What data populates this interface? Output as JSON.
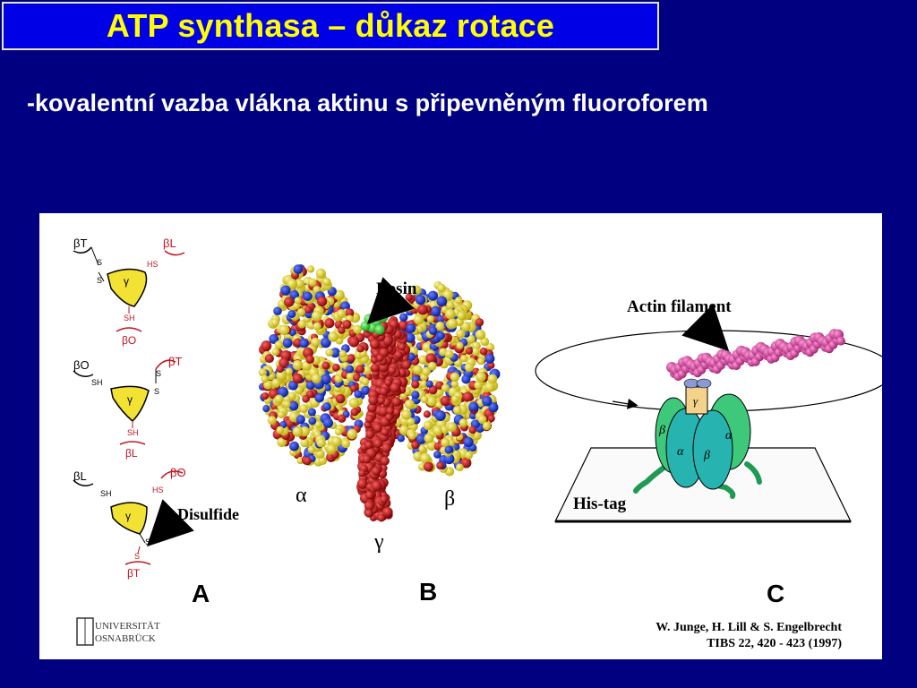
{
  "slide": {
    "title": "ATP synthasa – důkaz rotace",
    "subtitle": "-kovalentní vazba vlákna aktinu s připevněným fluoroforem"
  },
  "figure": {
    "panel_a": {
      "letter": "A",
      "gamma": "γ",
      "row1": {
        "left": "βT",
        "right": "βL",
        "right_group": "HS",
        "s_top": "S",
        "s_bottom": "S",
        "bottom_group": "SH",
        "bottom": "βO"
      },
      "row2": {
        "left": "βO",
        "left_group": "SH",
        "right": "βT",
        "s_top": "S",
        "s_bottom": "S",
        "bottom_group": "SH",
        "bottom": "βL"
      },
      "row3": {
        "left": "βL",
        "left_group": "SH",
        "right": "βO",
        "right_group": "HS",
        "s_top": "S",
        "s_bottom": "S",
        "bottom": "βT"
      },
      "disulfide_label": "Disulfide"
    },
    "panel_b": {
      "letter": "B",
      "eosin_label": "Eosin",
      "alpha": "α",
      "beta": "β",
      "gamma": "γ"
    },
    "panel_c": {
      "letter": "C",
      "actin_label": "Actin filament",
      "his_tag_label": "His-tag",
      "gamma": "γ",
      "alpha": "α",
      "beta": "β"
    },
    "logo_line1": "UNIVERSITÄT",
    "logo_line2": "OSNABRÜCK",
    "citation_authors": "W. Junge, H. Lill & S. Engelbrecht",
    "citation_ref": "TIBS 22, 420 - 423 (1997)"
  },
  "colors": {
    "background": "#000080",
    "title_box": "#0000e6",
    "title_text": "#ffff00",
    "gamma_fill": "#f2e233",
    "gamma_red": "#c1121f",
    "eosin_green": "#33cc33",
    "actin_pink": "#e04aa8",
    "subunit_green": "#3ec87a",
    "subunit_teal": "#27b3b0"
  }
}
